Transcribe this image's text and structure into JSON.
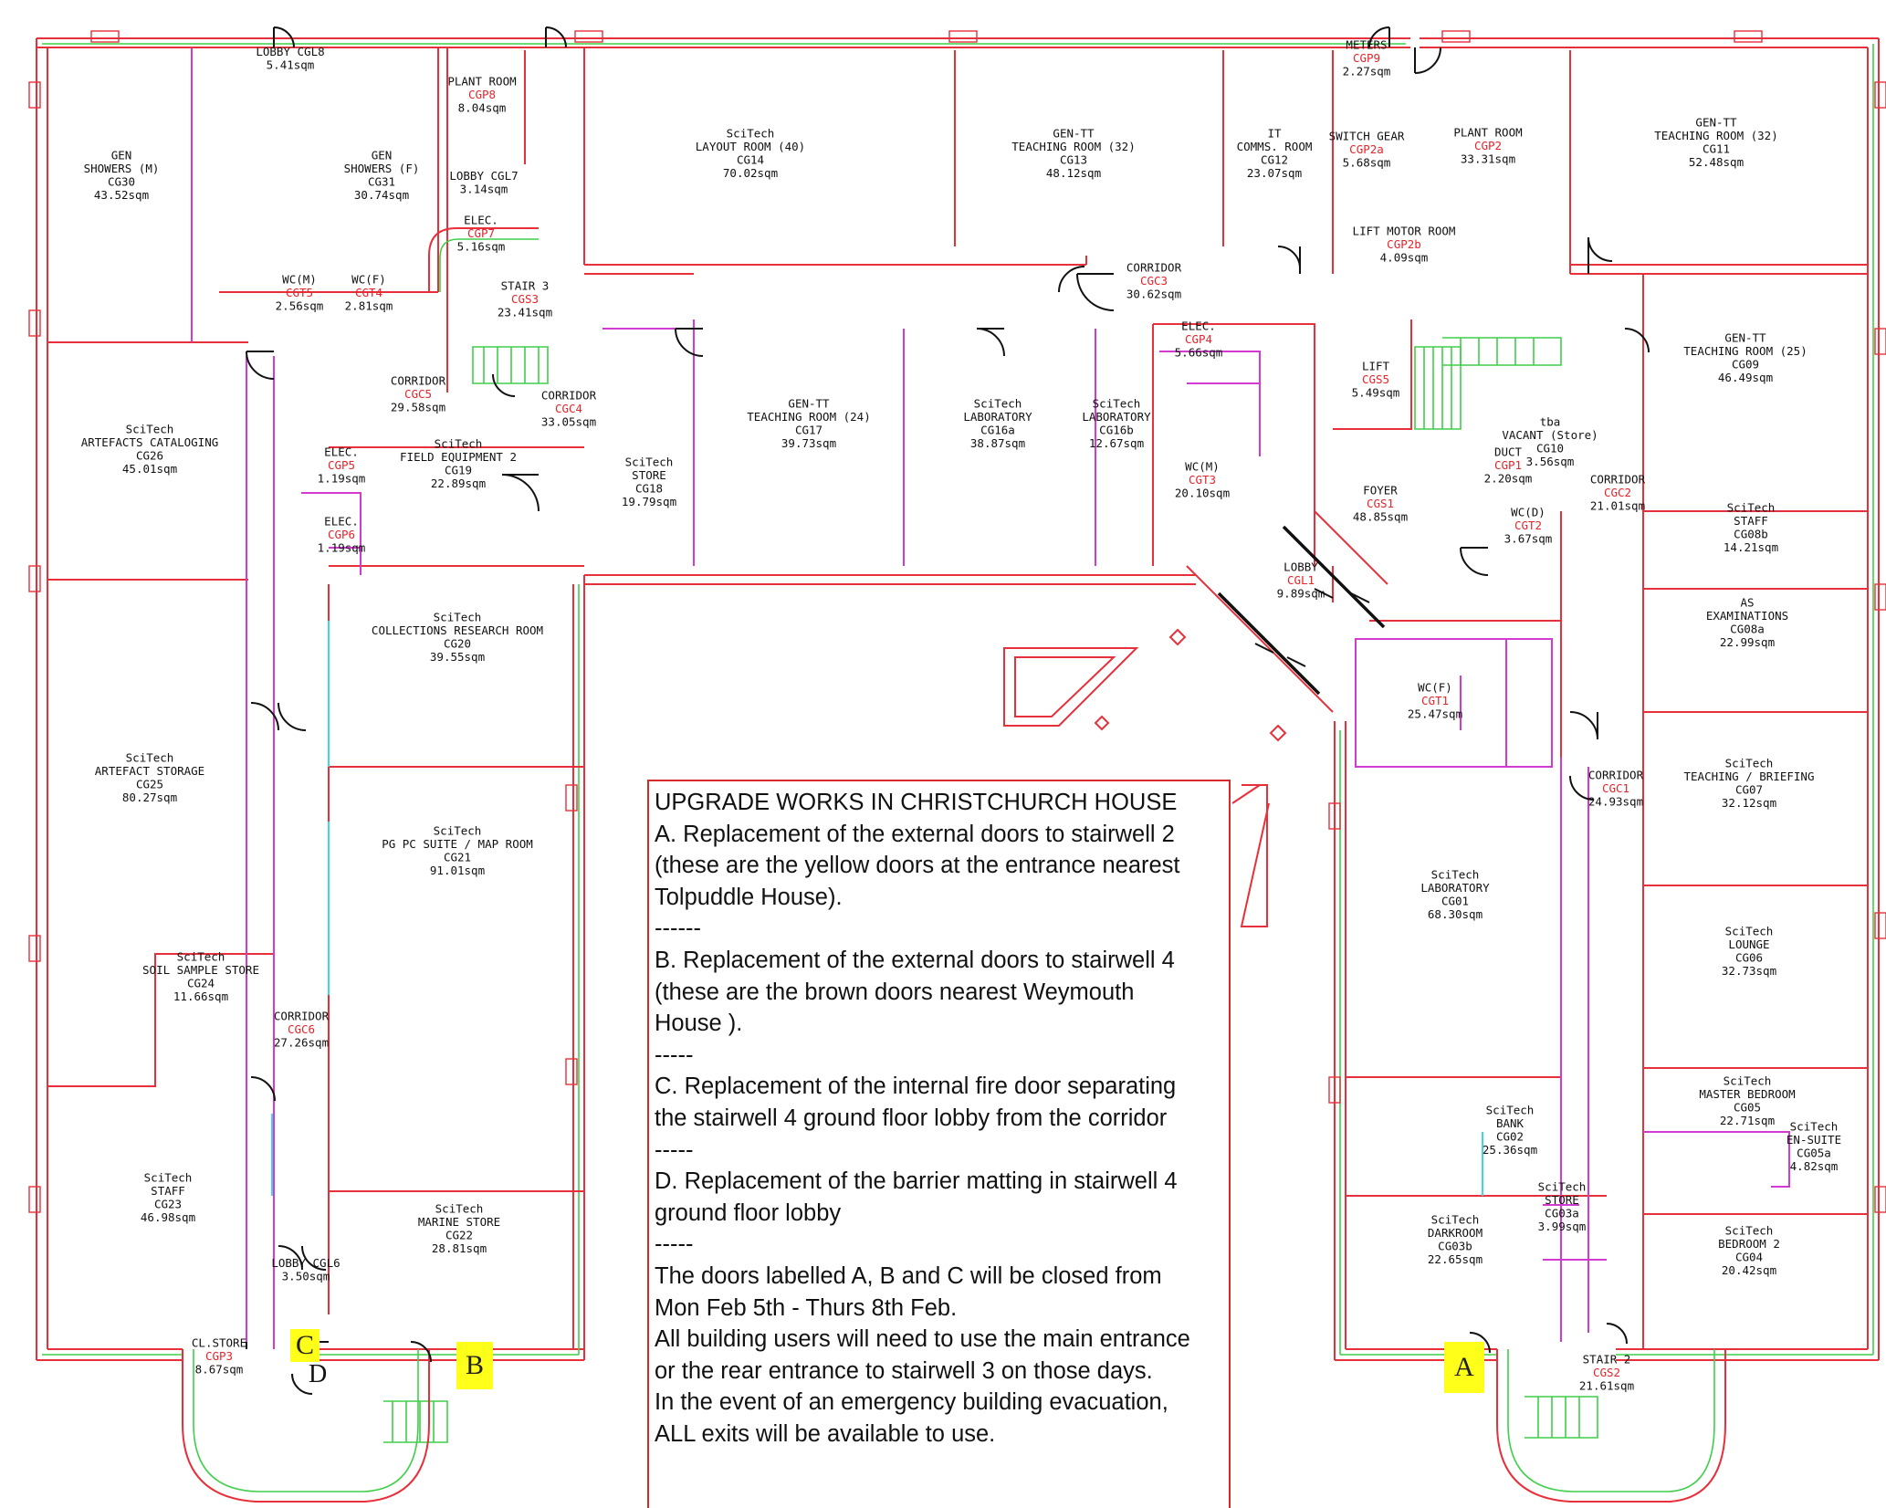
{
  "rooms": [
    {
      "id": "cg30",
      "lines": [
        "GEN",
        "SHOWERS (M)",
        "CG30",
        "43.52sqm"
      ]
    },
    {
      "id": "cg31",
      "lines": [
        "GEN",
        "SHOWERS (F)",
        "CG31",
        "30.74sqm"
      ]
    },
    {
      "id": "cgl8",
      "lines": [
        "LOBBY CGL8",
        "5.41sqm"
      ]
    },
    {
      "id": "cgp8",
      "lines": [
        "PLANT ROOM",
        "CGP8",
        "8.04sqm"
      ]
    },
    {
      "id": "cgl7",
      "lines": [
        "LOBBY CGL7",
        "3.14sqm"
      ]
    },
    {
      "id": "cgp7",
      "lines": [
        "ELEC.",
        "CGP7",
        "5.16sqm"
      ]
    },
    {
      "id": "cgs3",
      "lines": [
        "STAIR 3",
        "CGS3",
        "23.41sqm"
      ]
    },
    {
      "id": "cgt5",
      "lines": [
        "WC(M)",
        "CGT5",
        "2.56sqm"
      ]
    },
    {
      "id": "cgt4",
      "lines": [
        "WC(F)",
        "CGT4",
        "2.81sqm"
      ]
    },
    {
      "id": "cg14",
      "lines": [
        "SciTech",
        "LAYOUT ROOM (40)",
        "CG14",
        "70.02sqm"
      ]
    },
    {
      "id": "cg13",
      "lines": [
        "GEN-TT",
        "TEACHING ROOM (32)",
        "CG13",
        "48.12sqm"
      ]
    },
    {
      "id": "cg12",
      "lines": [
        "IT",
        "COMMS. ROOM",
        "CG12",
        "23.07sqm"
      ]
    },
    {
      "id": "cgp9",
      "lines": [
        "METERS",
        "CGP9",
        "2.27sqm"
      ]
    },
    {
      "id": "cgp2a",
      "lines": [
        "SWITCH GEAR",
        "CGP2a",
        "5.68sqm"
      ]
    },
    {
      "id": "cgp2",
      "lines": [
        "PLANT ROOM",
        "CGP2",
        "33.31sqm"
      ]
    },
    {
      "id": "cgp2b",
      "lines": [
        "LIFT MOTOR ROOM",
        "CGP2b",
        "4.09sqm"
      ]
    },
    {
      "id": "cg11",
      "lines": [
        "GEN-TT",
        "TEACHING ROOM (32)",
        "CG11",
        "52.48sqm"
      ]
    },
    {
      "id": "cgc3",
      "lines": [
        "CORRIDOR",
        "CGC3",
        "30.62sqm"
      ]
    },
    {
      "id": "cgc5",
      "lines": [
        "CORRIDOR",
        "CGC5",
        "29.58sqm"
      ]
    },
    {
      "id": "cgc4",
      "lines": [
        "CORRIDOR",
        "CGC4",
        "33.05sqm"
      ]
    },
    {
      "id": "cg26",
      "lines": [
        "SciTech",
        "ARTEFACTS CATALOGING",
        "CG26",
        "45.01sqm"
      ]
    },
    {
      "id": "cgp5",
      "lines": [
        "ELEC.",
        "CGP5",
        "1.19sqm"
      ]
    },
    {
      "id": "cgp6",
      "lines": [
        "ELEC.",
        "CGP6",
        "1.19sqm"
      ]
    },
    {
      "id": "cg19",
      "lines": [
        "SciTech",
        "FIELD EQUIPMENT 2",
        "CG19",
        "22.89sqm"
      ]
    },
    {
      "id": "cg18",
      "lines": [
        "SciTech",
        "STORE",
        "CG18",
        "19.79sqm"
      ]
    },
    {
      "id": "cg17",
      "lines": [
        "GEN-TT",
        "TEACHING ROOM (24)",
        "CG17",
        "39.73sqm"
      ]
    },
    {
      "id": "cg16a",
      "lines": [
        "SciTech",
        "LABORATORY",
        "CG16a",
        "38.87sqm"
      ]
    },
    {
      "id": "cg16b",
      "lines": [
        "SciTech",
        "LABORATORY",
        "CG16b",
        "12.67sqm"
      ]
    },
    {
      "id": "cgp4",
      "lines": [
        "ELEC.",
        "CGP4",
        "5.66sqm"
      ]
    },
    {
      "id": "cgt3",
      "lines": [
        "WC(M)",
        "CGT3",
        "20.10sqm"
      ]
    },
    {
      "id": "cgs5",
      "lines": [
        "LIFT",
        "CGS5",
        "5.49sqm"
      ]
    },
    {
      "id": "cgs1",
      "lines": [
        "FOYER",
        "CGS1",
        "48.85sqm"
      ]
    },
    {
      "id": "cgl1",
      "lines": [
        "LOBBY",
        "CGL1",
        "9.89sqm"
      ]
    },
    {
      "id": "cgp1",
      "lines": [
        "DUCT",
        "CGP1",
        "2.20sqm"
      ]
    },
    {
      "id": "cg10",
      "lines": [
        "tba",
        "VACANT (Store)",
        "CG10",
        "3.56sqm"
      ]
    },
    {
      "id": "cgt2",
      "lines": [
        "WC(D)",
        "CGT2",
        "3.67sqm"
      ]
    },
    {
      "id": "cg09",
      "lines": [
        "GEN-TT",
        "TEACHING ROOM (25)",
        "CG09",
        "46.49sqm"
      ]
    },
    {
      "id": "cgc2",
      "lines": [
        "CORRIDOR",
        "CGC2",
        "21.01sqm"
      ]
    },
    {
      "id": "cg08b",
      "lines": [
        "SciTech",
        "STAFF",
        "CG08b",
        "14.21sqm"
      ]
    },
    {
      "id": "cg08a",
      "lines": [
        "AS",
        "EXAMINATIONS",
        "CG08a",
        "22.99sqm"
      ]
    },
    {
      "id": "cgt1",
      "lines": [
        "WC(F)",
        "CGT1",
        "25.47sqm"
      ]
    },
    {
      "id": "cgc1",
      "lines": [
        "CORRIDOR",
        "CGC1",
        "24.93sqm"
      ]
    },
    {
      "id": "cg07",
      "lines": [
        "SciTech",
        "TEACHING / BRIEFING",
        "CG07",
        "32.12sqm"
      ]
    },
    {
      "id": "cg20",
      "lines": [
        "SciTech",
        "COLLECTIONS RESEARCH ROOM",
        "CG20",
        "39.55sqm"
      ]
    },
    {
      "id": "cg25",
      "lines": [
        "SciTech",
        "ARTEFACT STORAGE",
        "CG25",
        "80.27sqm"
      ]
    },
    {
      "id": "cg21",
      "lines": [
        "SciTech",
        "PG PC SUITE / MAP ROOM",
        "CG21",
        "91.01sqm"
      ]
    },
    {
      "id": "cg01",
      "lines": [
        "SciTech",
        "LABORATORY",
        "CG01",
        "68.30sqm"
      ]
    },
    {
      "id": "cg06",
      "lines": [
        "SciTech",
        "LOUNGE",
        "CG06",
        "32.73sqm"
      ]
    },
    {
      "id": "cg24",
      "lines": [
        "SciTech",
        "SOIL SAMPLE STORE",
        "CG24",
        "11.66sqm"
      ]
    },
    {
      "id": "cgc6",
      "lines": [
        "CORRIDOR",
        "CGC6",
        "27.26sqm"
      ]
    },
    {
      "id": "cg05",
      "lines": [
        "SciTech",
        "MASTER BEDROOM",
        "CG05",
        "22.71sqm"
      ]
    },
    {
      "id": "cg05a",
      "lines": [
        "SciTech",
        "EN-SUITE",
        "CG05a",
        "4.82sqm"
      ]
    },
    {
      "id": "cg02",
      "lines": [
        "SciTech",
        "BANK",
        "CG02",
        "25.36sqm"
      ]
    },
    {
      "id": "cg23",
      "lines": [
        "SciTech",
        "STAFF",
        "CG23",
        "46.98sqm"
      ]
    },
    {
      "id": "cg22",
      "lines": [
        "SciTech",
        "MARINE STORE",
        "CG22",
        "28.81sqm"
      ]
    },
    {
      "id": "cg03a",
      "lines": [
        "SciTech",
        "STORE",
        "CG03a",
        "3.99sqm"
      ]
    },
    {
      "id": "cg03b",
      "lines": [
        "SciTech",
        "DARKROOM",
        "CG03b",
        "22.65sqm"
      ]
    },
    {
      "id": "cg04",
      "lines": [
        "SciTech",
        "BEDROOM 2",
        "CG04",
        "20.42sqm"
      ]
    },
    {
      "id": "cgl6",
      "lines": [
        "LOBBY CGL6",
        "3.50sqm"
      ]
    },
    {
      "id": "cgp3",
      "lines": [
        "CL.STORE",
        "CGP3",
        "8.67sqm"
      ]
    },
    {
      "id": "cgs2",
      "lines": [
        "STAIR 2",
        "CGS2",
        "21.61sqm"
      ]
    }
  ],
  "markers": {
    "a": "A",
    "b": "B",
    "c": "C",
    "d": "D"
  },
  "notice": [
    "UPGRADE WORKS IN CHRISTCHURCH HOUSE",
    "A. Replacement of the external doors to stairwell 2",
    "(these are the yellow doors at the entrance nearest",
    "Tolpuddle House).",
    "------",
    "B. Replacement of the external doors to stairwell 4",
    "(these are the brown doors nearest Weymouth",
    "House ).",
    "-----",
    "C. Replacement of the internal fire door separating",
    "the stairwell 4 ground floor lobby from the corridor",
    "-----",
    "D. Replacement of the barrier matting in stairwell 4",
    "ground floor lobby",
    "-----",
    "The doors labelled A, B and C will be closed from",
    "Mon Feb 5th - Thurs 8th Feb.",
    "All building users will need to use the main entrance",
    "or the rear entrance to stairwell 3 on those days.",
    "In the event of an emergency building evacuation,",
    "ALL exits will be available to use."
  ],
  "colors": {
    "walls": "#e8303a",
    "windows": "#3fcf4a",
    "partitions": "#d23ad2",
    "glazing": "#3fd7e6",
    "marker": "#ffff1a"
  }
}
